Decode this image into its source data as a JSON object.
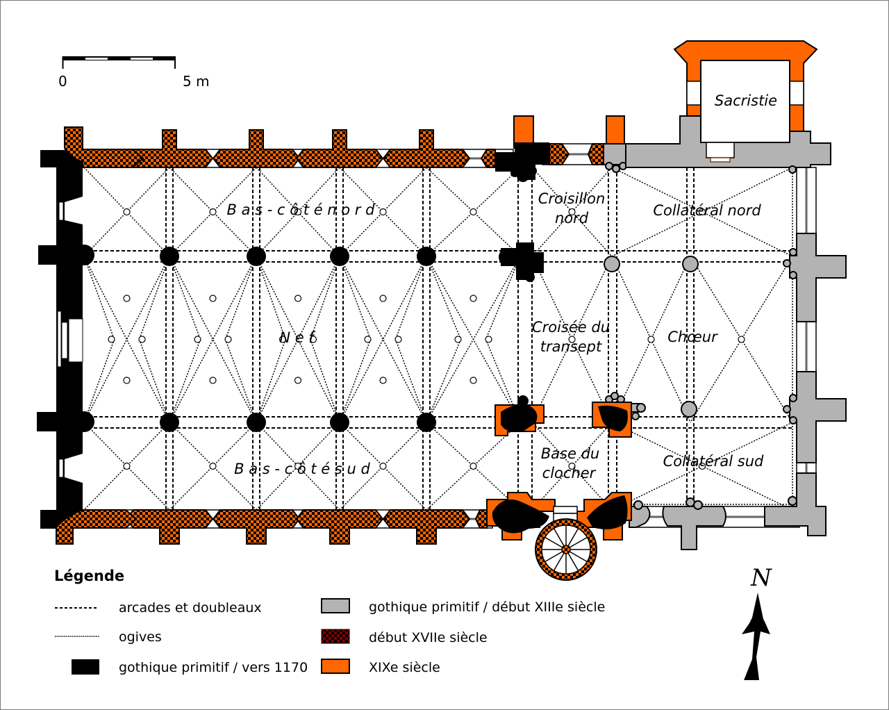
{
  "title": "Plan de l'église",
  "scale_bar": {
    "start_label": "0",
    "end_label": "5 m"
  },
  "rooms": {
    "bas_cote_nord": "B a s - c ô t é   n o r d",
    "nef": "N   e   f",
    "bas_cote_sud": "B a s - c ô t é   s u d",
    "croisillon_nord_1": "Croisillon",
    "croisillon_nord_2": "nord",
    "croisee_1": "Croisée du",
    "croisee_2": "transept",
    "base_clocher_1": "Base du",
    "base_clocher_2": "clocher",
    "collateral_nord": "Collatéral nord",
    "choeur": "Chœur",
    "collateral_sud": "Collatéral sud",
    "sacristie": "Sacristie"
  },
  "compass": {
    "label": "N",
    "icon": "north-arrow-icon"
  },
  "legend": {
    "title": "Légende",
    "items": [
      {
        "swatch": "dashed-line",
        "label": "arcades et doubleaux"
      },
      {
        "swatch": "dotted-line",
        "label": "ogives"
      },
      {
        "swatch": "solid",
        "color": "#000000",
        "label": "gothique primitif / vers 1170"
      },
      {
        "swatch": "solid",
        "color": "#b3b3b3",
        "label": "gothique primitif / début XIIIe siècle"
      },
      {
        "swatch": "checker",
        "color": "#800000",
        "label": "début XVIIe siècle"
      },
      {
        "swatch": "solid",
        "color": "#ff6600",
        "label": "XIXe siècle"
      }
    ]
  },
  "colors": {
    "c1170": "#000000",
    "c13": "#b3b3b3",
    "c17": "#800000",
    "c19": "#ff6600"
  }
}
